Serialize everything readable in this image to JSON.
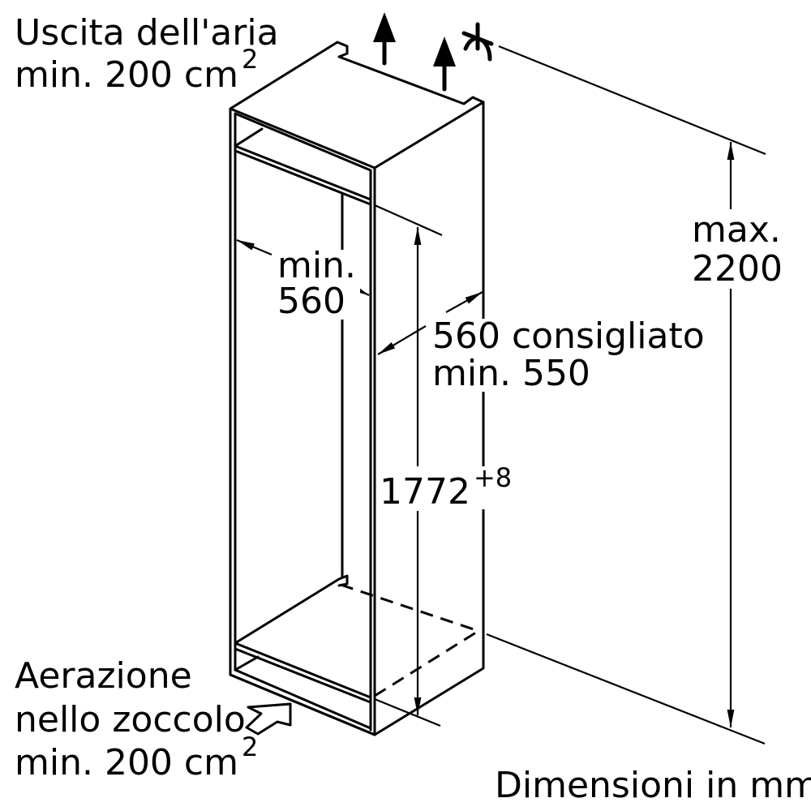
{
  "labels": {
    "air_outlet_line1": "Uscita dell'aria",
    "air_outlet_line2": "min. 200 cm",
    "air_outlet_sup": "2",
    "niche_width_line1": "min.",
    "niche_width_line2": "560",
    "depth_line1": "560 consigliato",
    "depth_line2": "min. 550",
    "niche_height": "1772",
    "niche_height_tolerance": "+8",
    "max_height_line1": "max.",
    "max_height_line2": "2200",
    "plinth_vent_line1": "Aerazione",
    "plinth_vent_line2": "nello zoccolo",
    "plinth_vent_line3": "min. 200 cm",
    "plinth_vent_sup": "2",
    "units_note": "Dimensioni in mm"
  },
  "icons": [
    "air-flow-up-arrow",
    "power-plug-symbol",
    "air-inlet-arrow"
  ]
}
